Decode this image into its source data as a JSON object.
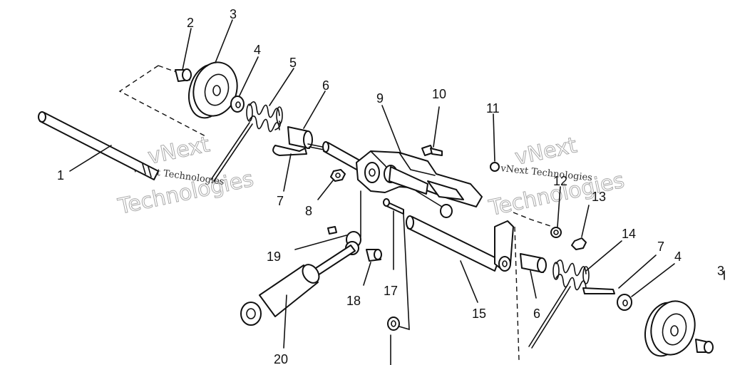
{
  "callouts": {
    "c1": "1",
    "c2": "2",
    "c3a": "3",
    "c3b": "3",
    "c4a": "4",
    "c4b": "4",
    "c5": "5",
    "c6a": "6",
    "c6b": "6",
    "c7a": "7",
    "c7b": "7",
    "c8": "8",
    "c9": "9",
    "c10": "10",
    "c11": "11",
    "c12": "12",
    "c13": "13",
    "c14": "14",
    "c15": "15",
    "c17": "17",
    "c18": "18",
    "c19": "19",
    "c20": "20"
  },
  "watermark": {
    "line1": "vNext Technologies",
    "word_a": "vNext",
    "word_b": "Technologies"
  }
}
